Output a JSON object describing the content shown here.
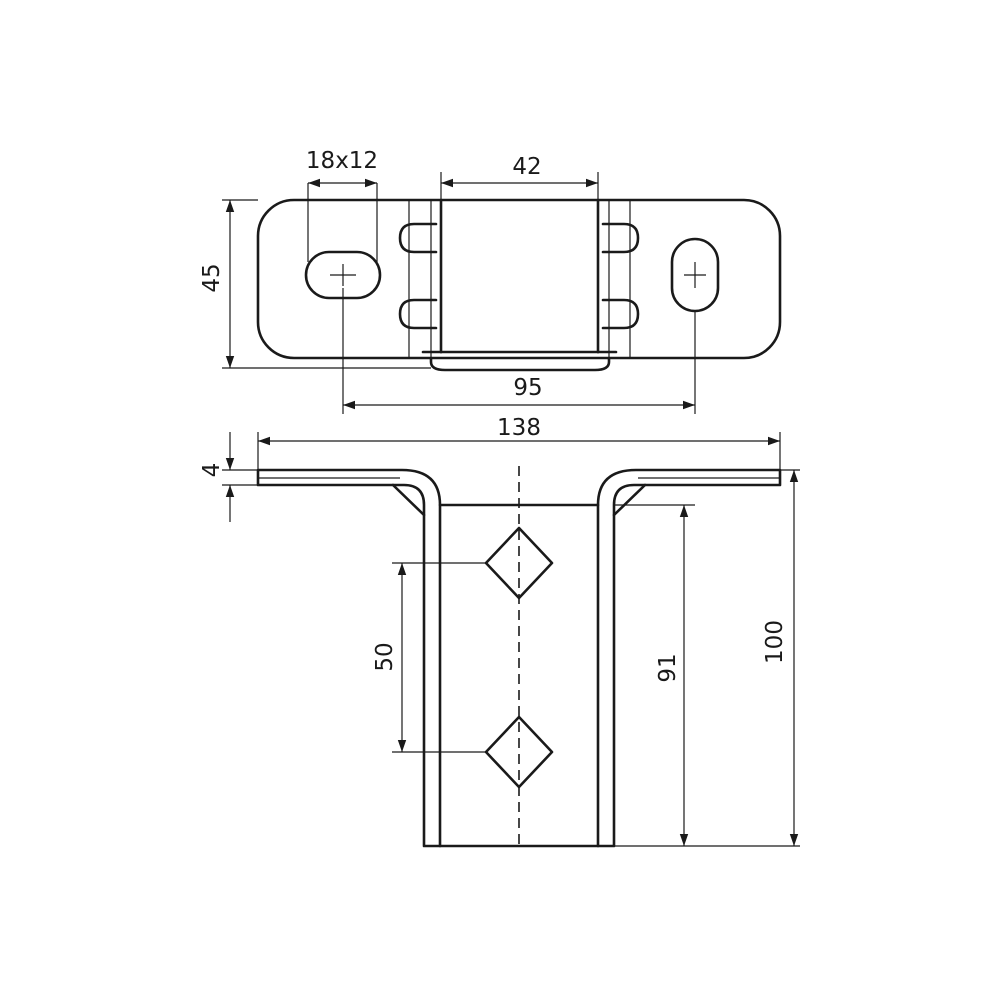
{
  "dimensions": {
    "slot_size": "18x12",
    "channel_width": "42",
    "plate_depth": "45",
    "hole_spacing": "95",
    "plate_length": "138",
    "plate_thickness": "4",
    "diamond_hole_pitch": "50",
    "tube_height": "91",
    "overall_height": "100"
  },
  "colors": {
    "line": "#1a1a1a",
    "background": "#ffffff"
  }
}
